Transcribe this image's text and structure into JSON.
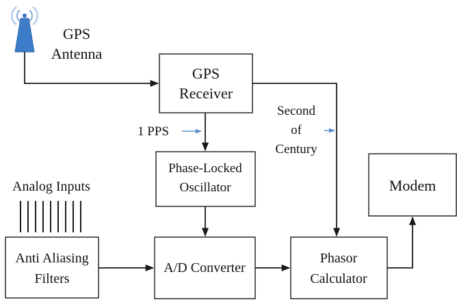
{
  "diagram": {
    "antenna": {
      "line1": "GPS",
      "line2": "Antenna",
      "icon": "gps-antenna-icon",
      "color": "#3d7cc9"
    },
    "gps_receiver": {
      "line1": "GPS",
      "line2": "Receiver"
    },
    "pps_label": "1 PPS",
    "second_of_century": {
      "line1": "Second",
      "line2": "of",
      "line3": "Century"
    },
    "pll": {
      "line1": "Phase-Locked",
      "line2": "Oscillator"
    },
    "analog_inputs_label": "Analog Inputs",
    "anti_aliasing": {
      "line1": "Anti Aliasing",
      "line2": "Filters"
    },
    "ad_converter": "A/D Converter",
    "phasor_calculator": {
      "line1": "Phasor",
      "line2": "Calculator"
    },
    "modem": "Modem",
    "hint_arrow_color": "#5b8fc9"
  }
}
